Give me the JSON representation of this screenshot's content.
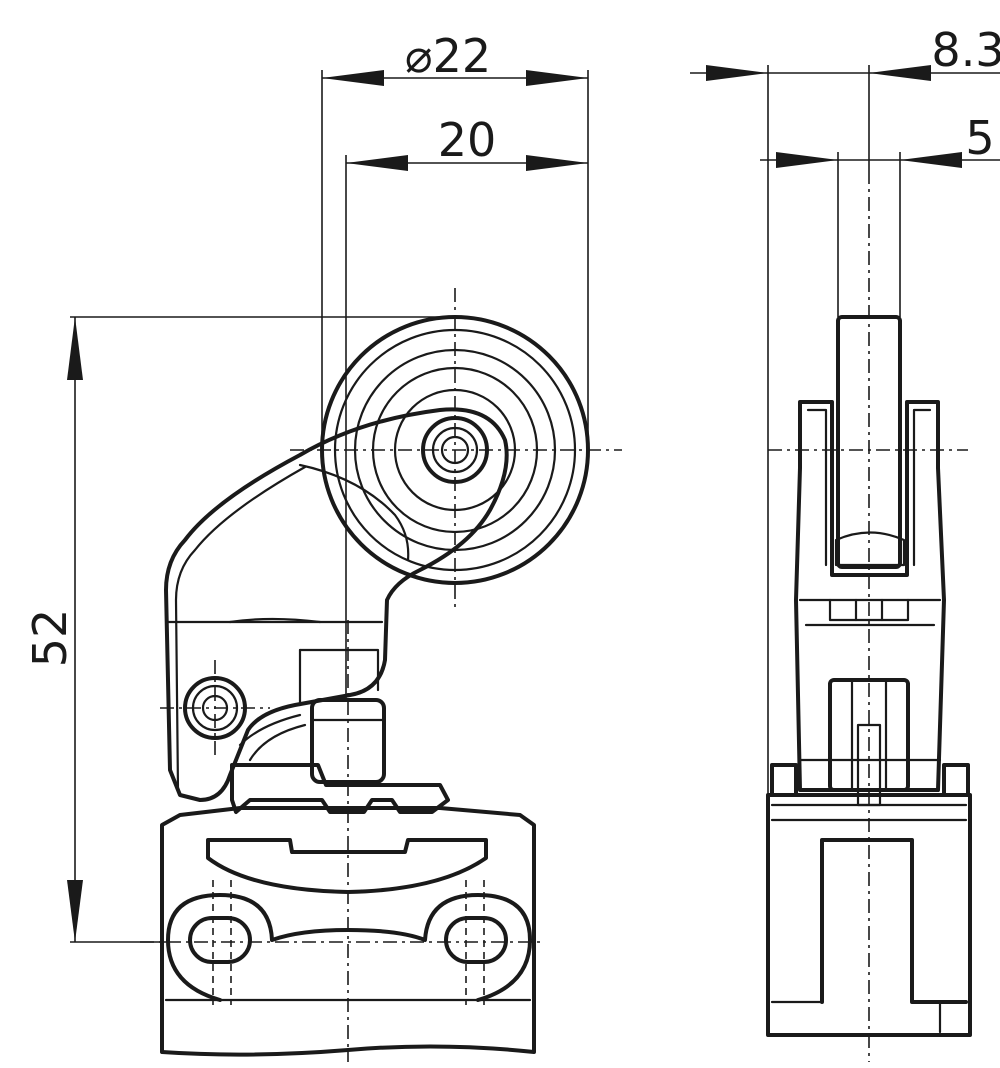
{
  "dimensions": {
    "roller_diameter": "⌀22",
    "roller_width_offset": "20",
    "side_total_width": "8.3",
    "side_roller_width": "5",
    "overall_height": "52"
  },
  "colors": {
    "line": "#1a1a1a",
    "background": "#ffffff"
  }
}
